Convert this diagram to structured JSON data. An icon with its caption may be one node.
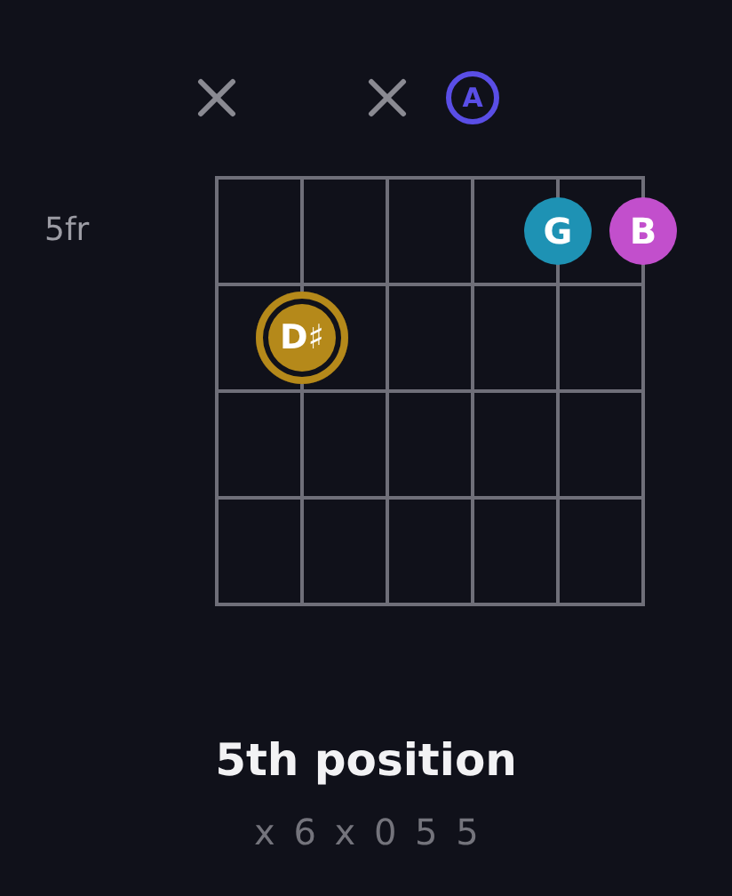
{
  "diagram": {
    "caption": "5th position",
    "nodes": [
      {
        "text": [
          "A"
        ]
      },
      {
        "text": [
          "G"
        ]
      },
      {
        "text": [
          "B"
        ]
      },
      {
        "text": [
          "D♯"
        ]
      }
    ],
    "labels": [
      "5fr",
      "x 6 x 0 5 5"
    ]
  }
}
